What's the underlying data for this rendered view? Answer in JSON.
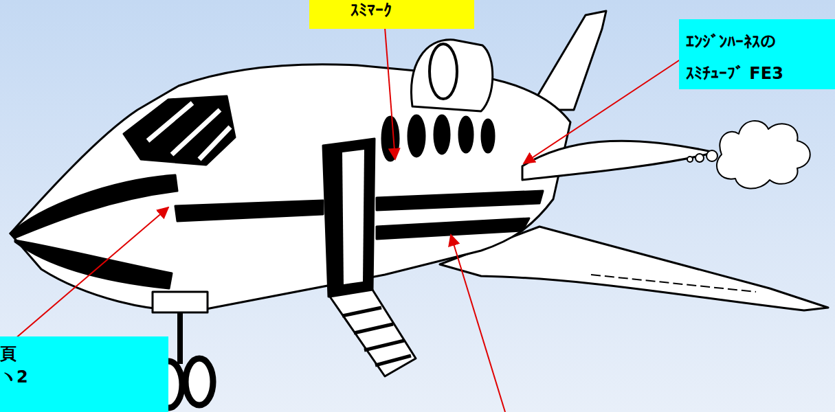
{
  "diagram": {
    "nodes": [
      {
        "text": [
          "ｽﾐﾏｰｸ"
        ]
      },
      {
        "text": [
          "ｴﾝｼﾞﾝﾊｰﾈｽの",
          "ｽﾐﾁｭｰﾌﾞ FE3"
        ]
      },
      {
        "text": [
          "頁",
          "ヽ2"
        ]
      }
    ]
  }
}
